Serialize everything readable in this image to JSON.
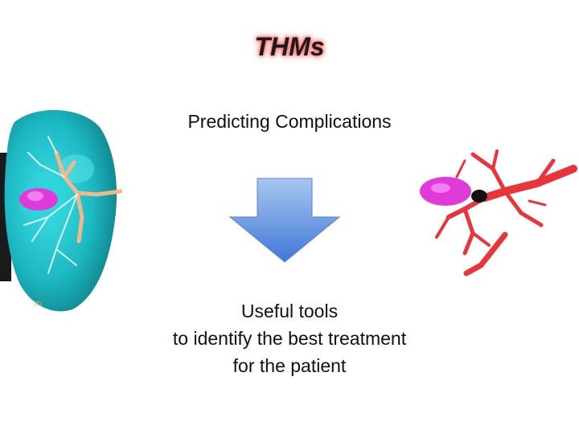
{
  "slide": {
    "title": "THMs",
    "subtitle": "Predicting Complications",
    "body_lines": [
      "Useful tools",
      "to identify the best treatment",
      "for the patient"
    ]
  },
  "images": {
    "left": "liver-3d-model-with-vessels",
    "right": "vascular-tree-3d-model"
  },
  "colors": {
    "title_glow": "#ff6b6b",
    "arrow_top": "#a9c6f0",
    "arrow_bottom": "#3f78d6",
    "liver": "#1fc4cc",
    "lesion": "#e03ad8",
    "vessels_left": "#f2b88a",
    "vessels_right": "#e8343a"
  }
}
